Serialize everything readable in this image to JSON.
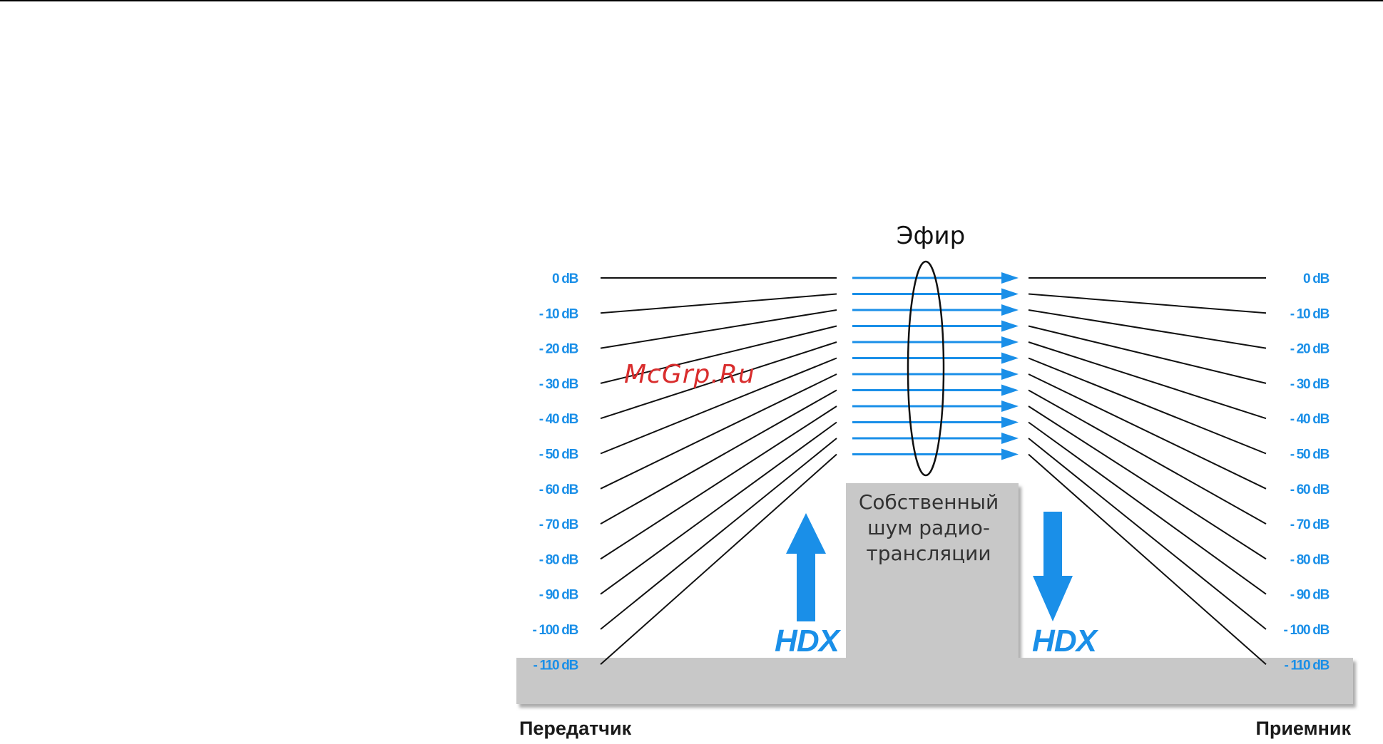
{
  "ether_label": "Эфир",
  "noise_block": {
    "lines": [
      "Собственный",
      "шум радио-",
      "трансляции"
    ]
  },
  "transmitter_label": "Передатчик",
  "receiver_label": "Приемник",
  "hdx_left": "HDX",
  "hdx_right": "HDX",
  "watermark": "McGrp.Ru",
  "levels": [
    "0 dB",
    "- 10 dB",
    "- 20 dB",
    "- 30 dB",
    "- 40 dB",
    "- 50 dB",
    "- 60 dB",
    "- 70 dB",
    "- 80 dB",
    "- 90 dB",
    "- 100 dB",
    "- 110 dB"
  ],
  "colors": {
    "accent_blue": "#1a8fe8",
    "floor_gray": "#c8c8c8",
    "line_black": "#111111",
    "watermark_red": "#d92d2d"
  }
}
